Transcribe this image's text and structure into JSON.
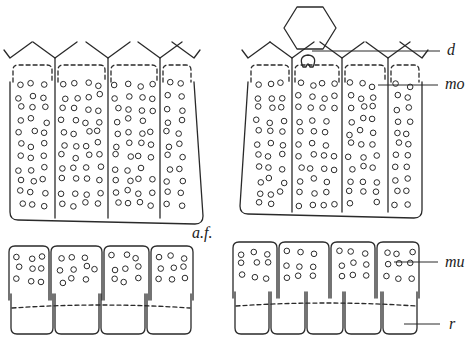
{
  "diagram": {
    "labels": [
      "d",
      "mo",
      "a.f.",
      "mu",
      "r"
    ]
  }
}
